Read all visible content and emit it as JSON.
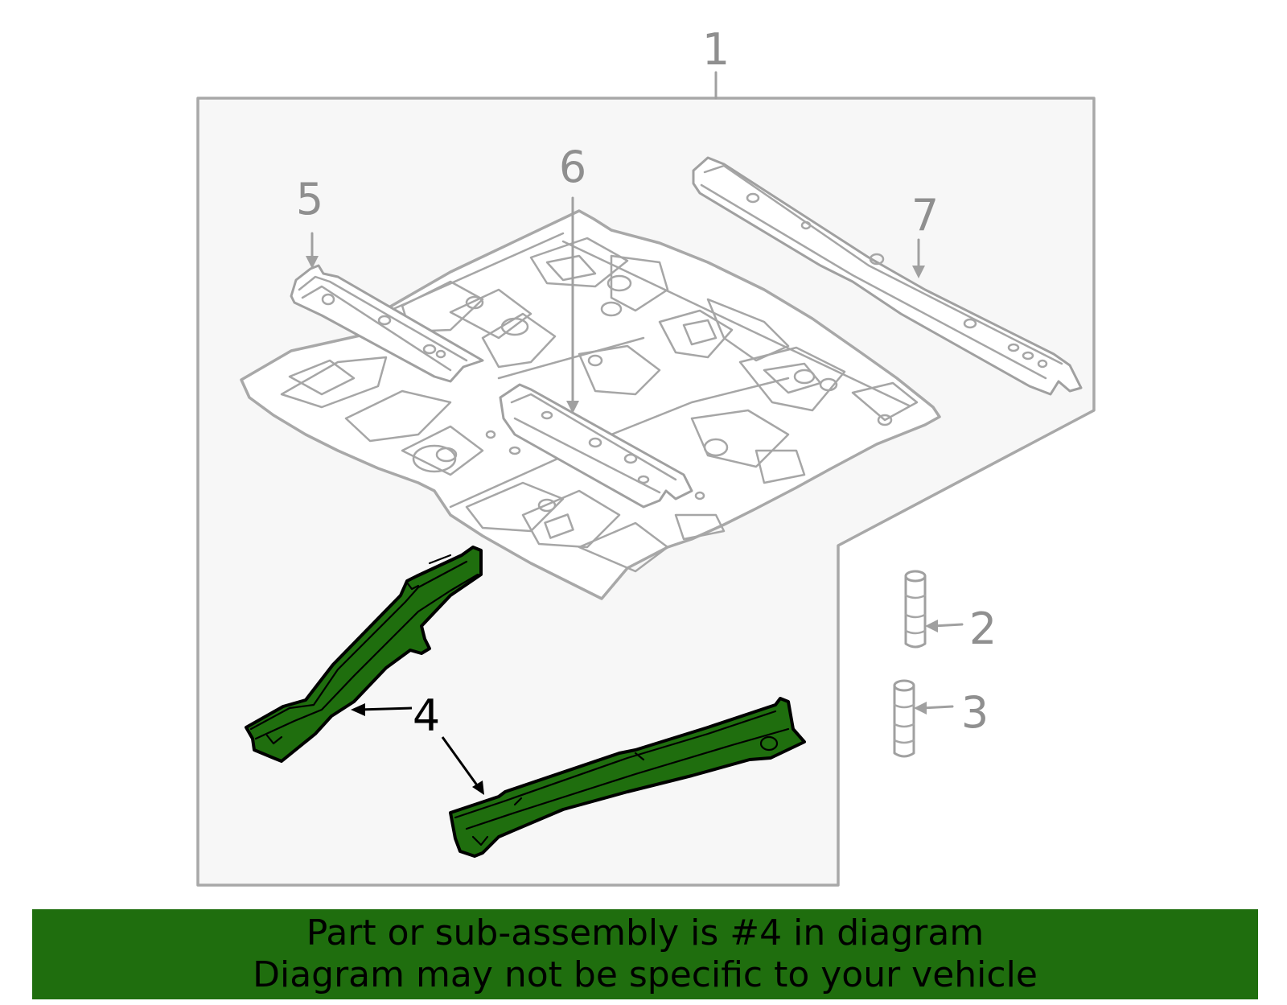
{
  "colors": {
    "panel_fill": "#f7f7f7",
    "panel_outline": "#a8a8a8",
    "line_gray": "#a0a0a0",
    "callout_gray": "#8f8f8f",
    "highlight_green": "#1f6e0e",
    "highlight_outline": "#000000",
    "banner_green": "#1f6e0e"
  },
  "callouts": {
    "c1": "1",
    "c2": "2",
    "c3": "3",
    "c4": "4",
    "c5": "5",
    "c6": "6",
    "c7": "7"
  },
  "highlighted_callout": "4",
  "banner": {
    "line1": "Part or sub-assembly is #4 in diagram",
    "line2": "Diagram may not be specific to your vehicle"
  }
}
